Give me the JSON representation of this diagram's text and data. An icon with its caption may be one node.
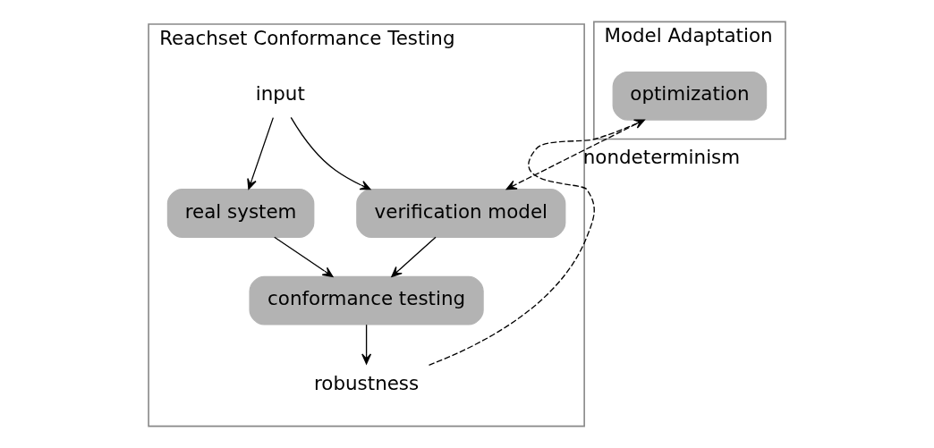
{
  "diagram": {
    "nodes": [
      {
        "text": [
          "Reachset Conformance Testing"
        ]
      },
      {
        "text": [
          "Model Adaptation"
        ]
      },
      {
        "text": [
          "input"
        ],
        "in": 0
      },
      {
        "text": [
          "real system"
        ],
        "in": 0
      },
      {
        "text": [
          "verification model"
        ],
        "in": 0
      },
      {
        "text": [
          "conformance testing"
        ],
        "in": 0
      },
      {
        "text": [
          "robustness"
        ],
        "in": 0
      },
      {
        "text": [
          "optimization"
        ],
        "in": 1
      }
    ],
    "edges": [
      {
        "from": 2,
        "to": 3,
        "arrow": "to"
      },
      {
        "from": 2,
        "to": 4,
        "arrow": "to"
      },
      {
        "from": 3,
        "to": 5,
        "arrow": "to"
      },
      {
        "from": 4,
        "to": 5,
        "arrow": "to"
      },
      {
        "from": 5,
        "to": 6,
        "arrow": "to"
      },
      {
        "from": 6,
        "to": 7,
        "arrow": "to",
        "style": "dashed"
      },
      {
        "from": 7,
        "to": 4,
        "arrow": "to",
        "style": "dashed",
        "label": "nondeterminism"
      }
    ]
  }
}
